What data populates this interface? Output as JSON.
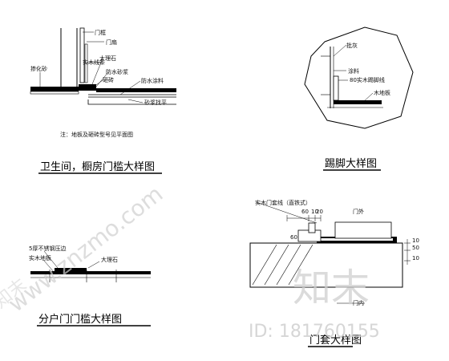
{
  "diagram1": {
    "title": "卫生间，橱房门槛大样图",
    "note": "注：地板及砸砖型号见平面图",
    "labels": {
      "door_frame": "门框",
      "door_leaf": "门扇",
      "solid_wood_strip": "实木线条",
      "marble": "大理石",
      "waterproof_mortar": "防水砂浆",
      "tile": "砸砖",
      "waterproof_coating": "防水涂料",
      "bedding_mortar": "砂浆找平",
      "screed": "掺化砂"
    }
  },
  "diagram2": {
    "title": "踢脚大样图",
    "labels": {
      "batten": "批灰",
      "paint": "涂料",
      "solid_wood_skirting": "80实木踢脚线",
      "wood_floor": "木地板"
    }
  },
  "diagram3": {
    "title": "分户门门槛大样图",
    "labels": {
      "stainless_strip": "5厚不锈钢压边",
      "wood_floor": "实木地板",
      "marble": "大理石"
    }
  },
  "diagram4": {
    "title": "门套大样图",
    "labels": {
      "solid_wood_casing": "实木门套线（直铁式）",
      "door_outside": "门外",
      "door_inside": "门内"
    },
    "dims": {
      "d60a": "60",
      "d10a": "10",
      "d20": "20",
      "d60b": "60",
      "d10b": "10",
      "d50": "50",
      "d10c": "10"
    }
  },
  "watermark": {
    "url": "www.znzmo.com",
    "brand": "知末",
    "id_text": "ID: 181760155"
  }
}
